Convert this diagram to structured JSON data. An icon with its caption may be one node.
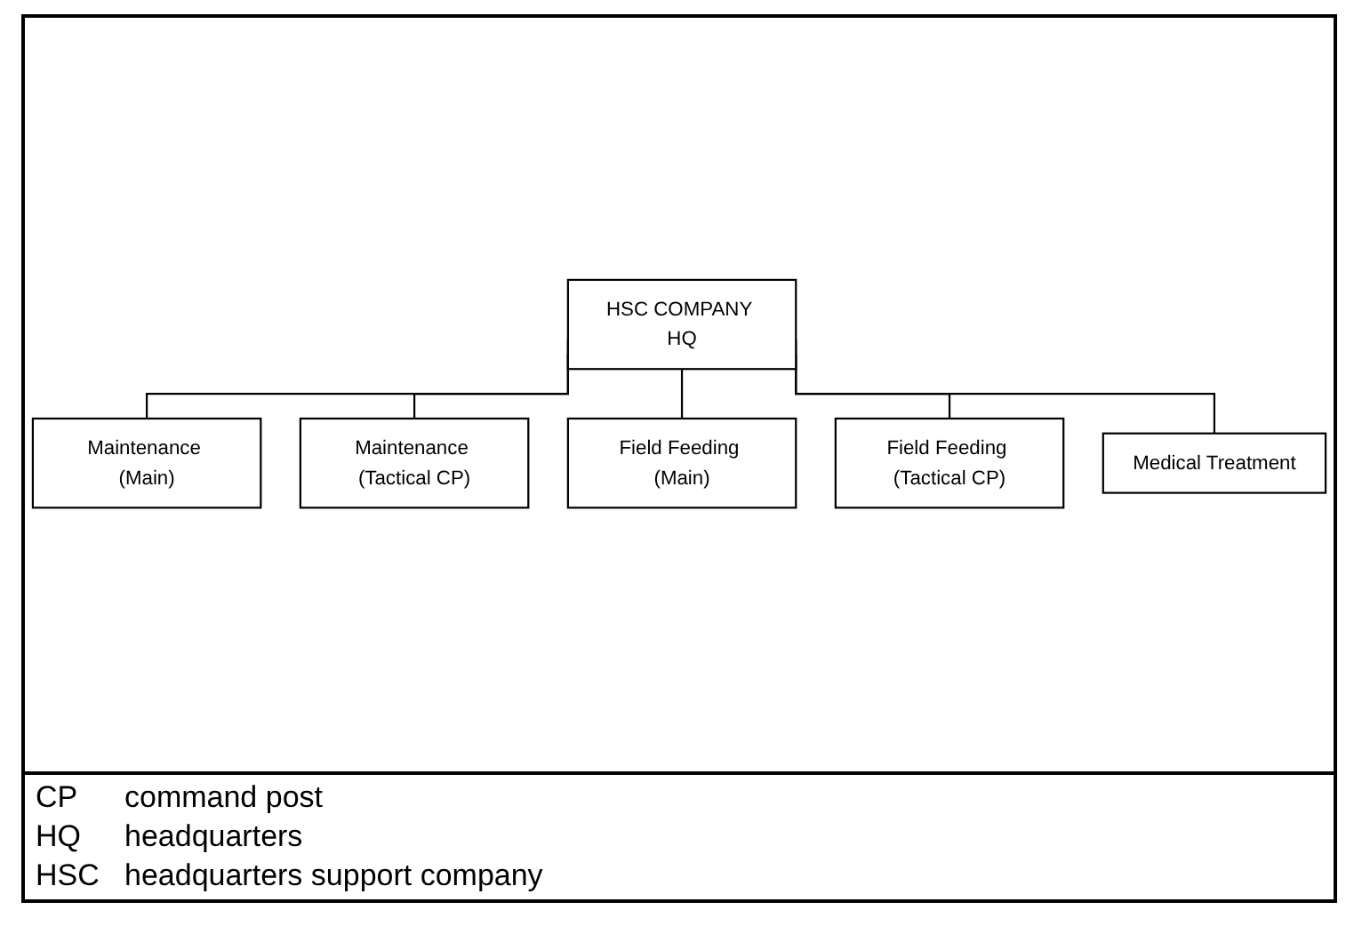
{
  "diagram": {
    "nodes": [
      {
        "text": [
          "HSC COMPANY HQ"
        ]
      },
      {
        "text": [
          "Maintenance (Main)"
        ]
      },
      {
        "text": [
          "Field Feeding (Main)"
        ]
      },
      {
        "text": [
          "Medical Treatment"
        ]
      },
      {
        "text": [
          "Maintenance (Tactical CP)"
        ]
      },
      {
        "text": [
          "Field Feeding (Tactical CP)"
        ]
      }
    ],
    "edges": [
      {
        "from": 0,
        "to": 1,
        "arrow": "none"
      },
      {
        "from": 0,
        "to": 4,
        "arrow": "none"
      },
      {
        "from": 0,
        "to": 2,
        "arrow": "none"
      },
      {
        "from": 0,
        "to": 5,
        "arrow": "none"
      },
      {
        "from": 0,
        "to": 3,
        "arrow": "none"
      }
    ],
    "labels": [
      "CP",
      "command post",
      "HQ",
      "headquarters",
      "HSC",
      "headquarters support company"
    ]
  }
}
